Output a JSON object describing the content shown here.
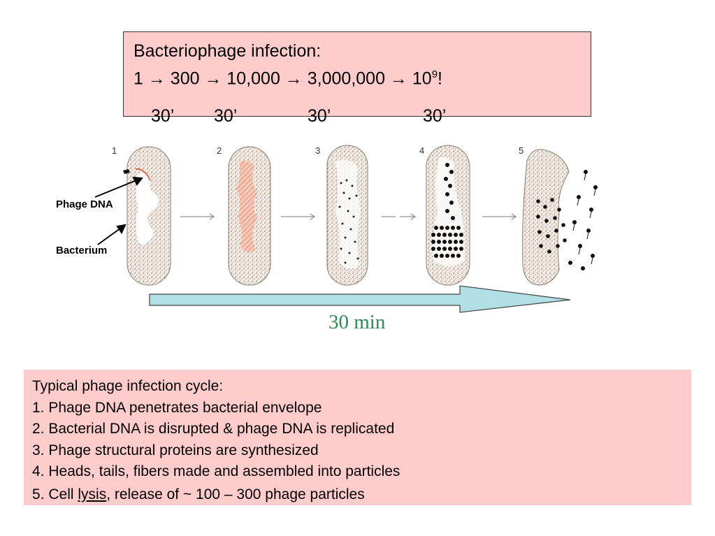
{
  "title_box": {
    "line1": "Bacteriophage infection:",
    "line2_base": "1 → 300 → 10,000 → 3,000,000 → 10",
    "line2_sup": "9",
    "line2_end": "!"
  },
  "interval_labels": [
    "30’",
    "30’",
    "30’",
    "30’"
  ],
  "panel_numbers": [
    "1",
    "2",
    "3",
    "4",
    "5"
  ],
  "labels": {
    "phage_dna": "Phage DNA",
    "bacterium": "Bacterium"
  },
  "duration_label": "30 min",
  "colors": {
    "box_fill": "#ffcccc",
    "arrow_fill": "#b0e0e6",
    "duration_text": "#2e8b57",
    "phage_dna_red": "#e05030"
  },
  "steps": {
    "heading": "Typical phage infection cycle:",
    "items": [
      "1. Phage DNA penetrates bacterial envelope",
      "2. Bacterial DNA is disrupted & phage DNA is replicated",
      "3. Phage structural proteins are synthesized",
      "4. Heads, tails, fibers made and assembled into particles"
    ],
    "item5_prefix": "5. Cell ",
    "item5_link": "lysis",
    "item5_suffix": ", release of ~ 100 – 300 phage particles"
  }
}
